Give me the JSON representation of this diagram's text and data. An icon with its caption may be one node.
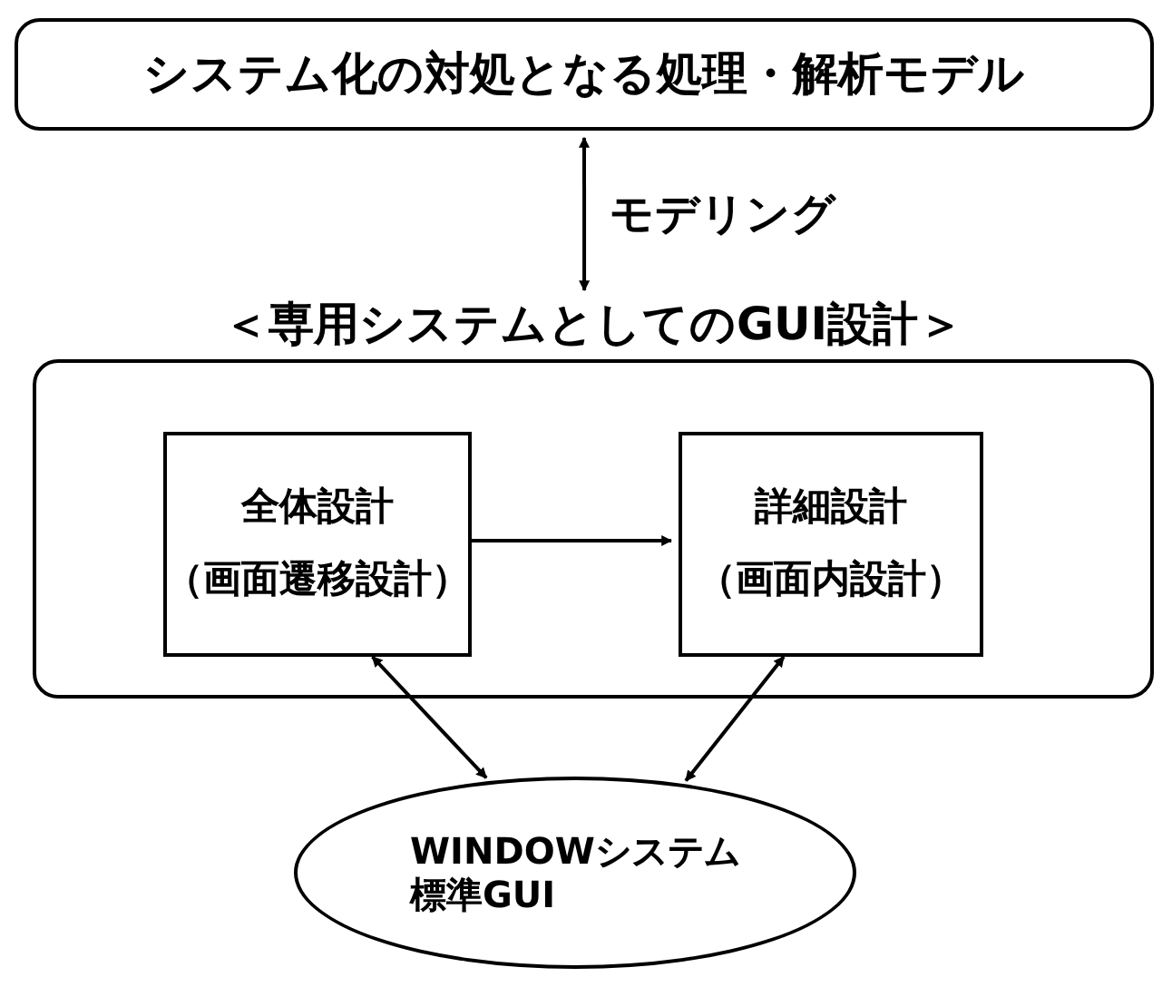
{
  "diagram": {
    "nodes": [
      {
        "text": [
          "システム化の対処となる処理・解析モデル"
        ]
      },
      {
        "text": [
          "＜専用システムとしてのGUI設計＞"
        ]
      },
      {
        "text": [
          "全体設計",
          "（画面遷移設計）"
        ],
        "in": 1
      },
      {
        "text": [
          "詳細設計",
          "（画面内設計）"
        ],
        "in": 1
      },
      {
        "text": [
          "WINDOWシステム",
          "標準GUI"
        ]
      }
    ],
    "edges": [
      {
        "from": 0,
        "to": 1,
        "arrow": "both",
        "label": "モデリング"
      },
      {
        "from": 2,
        "to": 3,
        "arrow": "to"
      },
      {
        "from": 2,
        "to": 4,
        "arrow": "both"
      },
      {
        "from": 3,
        "to": 4,
        "arrow": "both"
      }
    ]
  }
}
